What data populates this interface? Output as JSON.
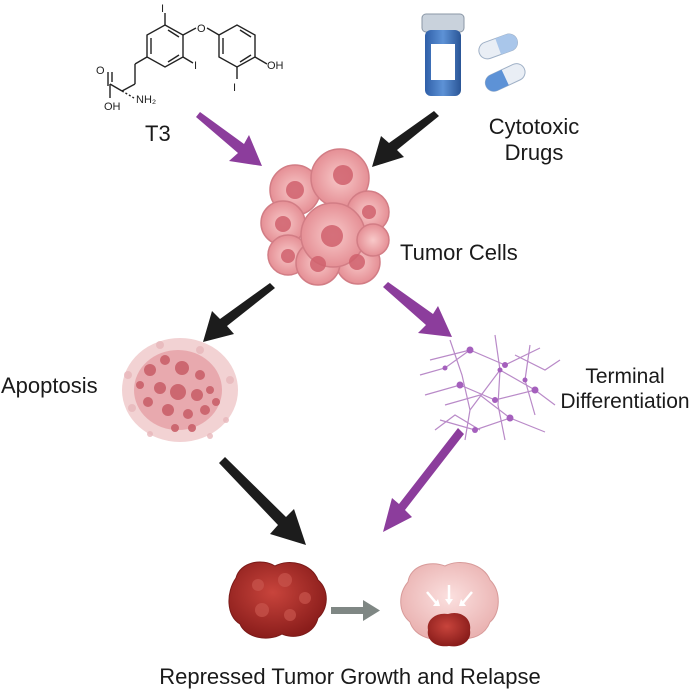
{
  "labels": {
    "t3": "T3",
    "cytotoxic_line1": "Cytotoxic",
    "cytotoxic_line2": "Drugs",
    "tumor_cells": "Tumor Cells",
    "apoptosis": "Apoptosis",
    "terminal_line1": "Terminal",
    "terminal_line2": "Differentiation",
    "outcome": "Repressed Tumor Growth and Relapse"
  },
  "molecule": {
    "iodine": "I",
    "oxygen": "O",
    "hydroxyl": "OH",
    "amine": "NH₂",
    "carbonyl_oxygen": "O",
    "acid_hydroxyl": "OH"
  },
  "colors": {
    "purple_arrow": "#8c3d9c",
    "black_arrow": "#1c1c1c",
    "gray_arrow": "#7f8784",
    "tumor_pink": "#eda3a6",
    "apoptosis_red": "#c9606a",
    "neuron_purple": "#b07ac4",
    "mass_red": "#a82a26",
    "capsule_blue": "#4a7dc0",
    "pill_light_blue": "#a9c6ea"
  }
}
